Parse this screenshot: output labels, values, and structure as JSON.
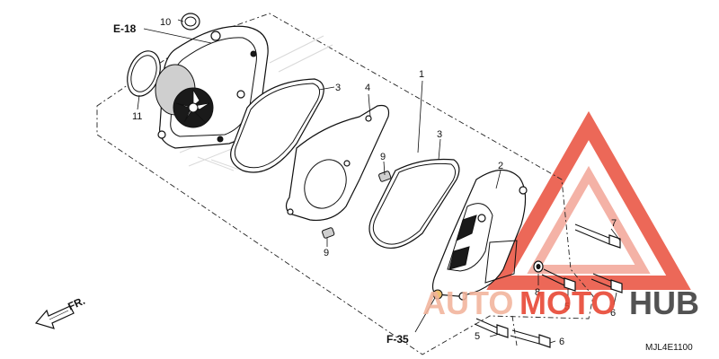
{
  "diagram": {
    "callouts": {
      "c1": "1",
      "c2": "2",
      "c3a": "3",
      "c3b": "3",
      "c4": "4",
      "c5a": "5",
      "c5b": "5",
      "c6a": "6",
      "c6b": "6",
      "c7": "7",
      "c8": "8",
      "c9a": "9",
      "c9b": "9",
      "c10": "10",
      "c11": "11"
    },
    "refs": {
      "e18": "E-18",
      "f35": "F-35"
    },
    "direction_label": "FR.",
    "diagram_code": "MJL4E1100"
  },
  "watermark": {
    "word_auto": "AUTO",
    "word_moto": "MOTO",
    "word_hub": "HUB",
    "colors": {
      "triangle": "#e8432f",
      "auto": "#f2b39b",
      "moto": "#e8432f",
      "hub": "#3b3b3b"
    }
  }
}
